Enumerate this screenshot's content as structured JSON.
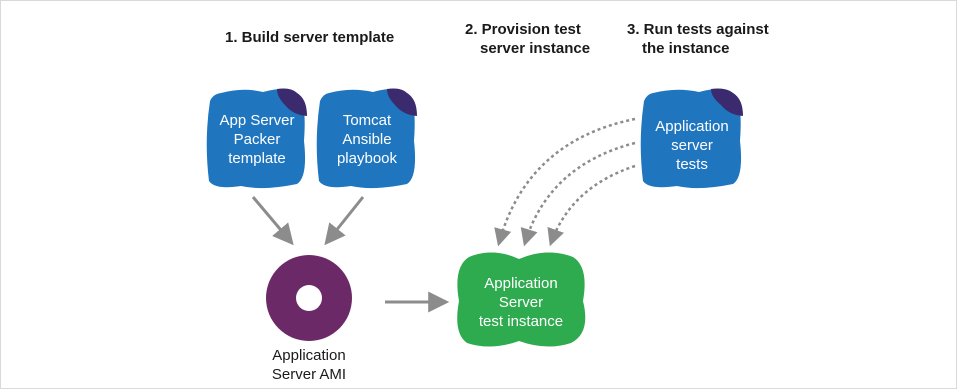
{
  "steps": [
    {
      "title": [
        "1. Build server template"
      ]
    },
    {
      "title": [
        "2. Provision test",
        "server instance"
      ]
    },
    {
      "title": [
        "3. Run tests against",
        "the instance"
      ]
    }
  ],
  "nodes": {
    "packer_template": {
      "lines": [
        "App Server",
        "Packer",
        "template"
      ]
    },
    "ansible_playbook": {
      "lines": [
        "Tomcat",
        "Ansible",
        "playbook"
      ]
    },
    "app_server_tests": {
      "lines": [
        "Application",
        "server",
        "tests"
      ]
    },
    "test_instance": {
      "lines": [
        "Application",
        "Server",
        "test instance"
      ]
    },
    "ami": {
      "lines": [
        "Application",
        "Server AMI"
      ]
    }
  },
  "colors": {
    "blue_box": "#1f76bf",
    "corner_fold": "#3b2a6d",
    "instance": "#2fab4f",
    "ami": "#6b2a67",
    "arrow": "#8c8c8c"
  }
}
